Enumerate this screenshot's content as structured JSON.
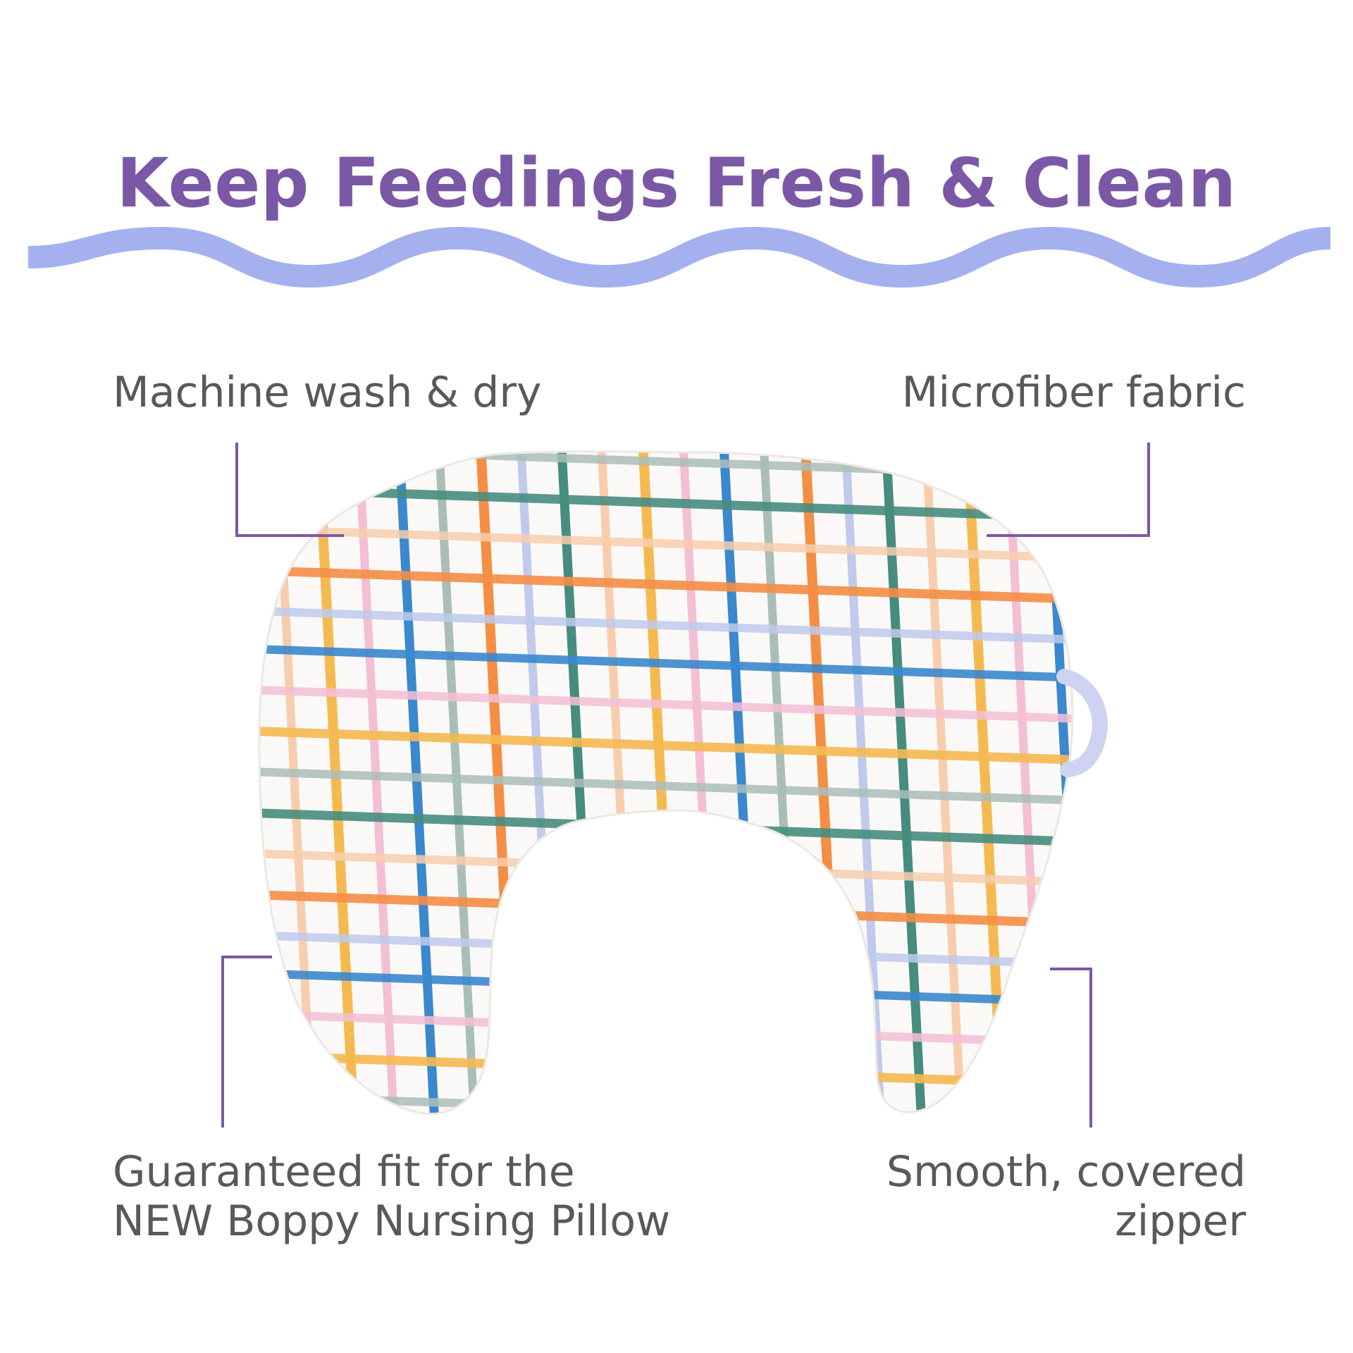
{
  "header": {
    "title": "Keep Feedings Fresh & Clean"
  },
  "features": {
    "top_left": "Machine wash & dry",
    "top_right": "Microfiber fabric",
    "bottom_left": "Guaranteed fit for the\nNEW Boppy Nursing Pillow",
    "bottom_right": "Smooth, covered\nzipper"
  },
  "colors": {
    "title": "#7b58a6",
    "wave": "#a5b1ef",
    "callout_line": "#7b58a6",
    "text": "#58595b",
    "plaid": [
      "#f3b13a",
      "#1f78c8",
      "#f37f2c",
      "#2d7d6e",
      "#f3b6cf",
      "#9fb6b0",
      "#b8c3ea",
      "#f7c7a3"
    ]
  },
  "product": {
    "image_icon": "nursing-pillow-plaid-icon"
  }
}
